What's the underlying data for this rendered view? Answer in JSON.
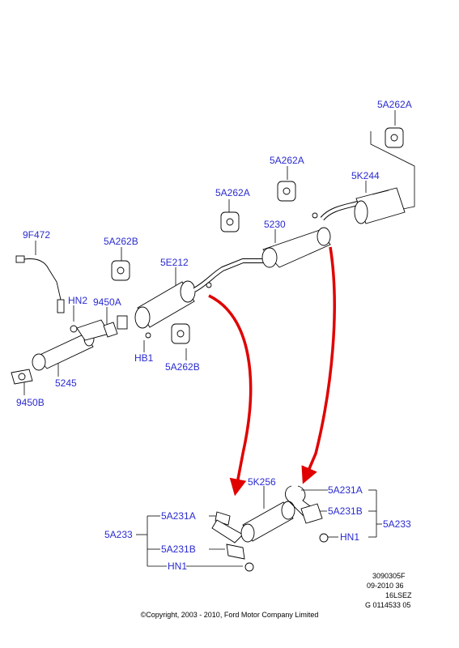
{
  "labels": {
    "9F472": "9F472",
    "HN2": "HN2",
    "9450A": "9450A",
    "HB1": "HB1",
    "5245": "5245",
    "9450B": "9450B",
    "5A262B_upper": "5A262B",
    "5A262B_lower": "5A262B",
    "5E212": "5E212",
    "5A262A_left": "5A262A",
    "5A262A_mid": "5A262A",
    "5A262A_right": "5A262A",
    "5230": "5230",
    "5K244": "5K244",
    "5K256": "5K256",
    "5A233_left": "5A233",
    "5A231A_left": "5A231A",
    "5A231B_left": "5A231B",
    "HN1_left": "HN1",
    "5A231A_right": "5A231A",
    "5A231B_right": "5A231B",
    "5A233_right": "5A233",
    "HN1_right": "HN1"
  },
  "info_block": {
    "line1": "3090305F",
    "line2": "09-2010 36",
    "line3": "16LSEZ",
    "line4": "G 0114533 05"
  },
  "copyright": "©Copyright, 2003 - 2010, Ford Motor Company Limited",
  "colors": {
    "label": "#2a2ad0",
    "arrow": "#e00000",
    "line": "#000000"
  }
}
